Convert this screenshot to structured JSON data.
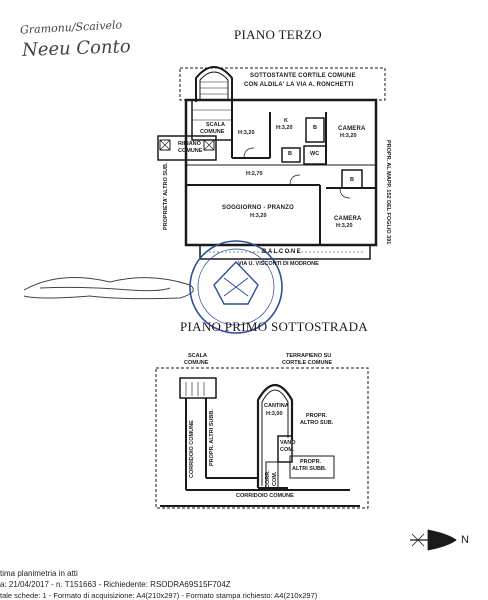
{
  "signature": {
    "line1": "Gramonu/Scaivelo",
    "line2": "Neeu Conto"
  },
  "plan_top": {
    "title": "PIANO TERZO",
    "note_line1": "SOTTOSTANTE CORTILE COMUNE",
    "note_line2": "CON ALDILA' LA VIA A. RONCHETTI",
    "rooms": {
      "scala": "SCALA",
      "comune": "COMUNE",
      "k": "K",
      "h320a": "H:3,20",
      "h320b": "H:3,20",
      "b1": "B",
      "camera1": "CAMERA",
      "h320c": "H:3,20",
      "ripiano": "RIPIANO",
      "comune2": "COMUNE",
      "b2": "B",
      "wc": "WC",
      "h270": "H:2,70",
      "b3": "B",
      "soggiorno": "SOGGIORNO - PRANZO",
      "h320d": "H:3,20",
      "camera2": "CAMERA",
      "h320e": "H:3,20",
      "balcone": "BALCONE",
      "via": "VIA U. VISCONTI DI MODRONE"
    },
    "left_side": "PROPRIETA' ALTRO SUB.",
    "right_side": "PROPR. AL MAPP. 152 DEL FOGLIO 391"
  },
  "plan_bottom": {
    "title": "PIANO PRIMO SOTTOSTRADA",
    "rooms": {
      "scala": "SCALA",
      "comune": "COMUNE",
      "terrapieno": "TERRAPIENO SU",
      "cortile": "CORTILE COMUNE",
      "cantina": "CANTINA",
      "h300": "H:3,00",
      "propr_altro1": "PROPR.",
      "propr_altro2": "ALTRO SUB.",
      "vano": "VANO",
      "com": "COM.",
      "propr_altri1": "PROPR.",
      "propr_altri2": "ALTRI SUBB.",
      "corr": "CORR.",
      "com2": "COM.",
      "corridoio_comune": "CORRIDOIO COMUNE",
      "corridoio_left": "CORRIDOIO COMUNE",
      "propr_subb": "PROPR. ALTRI SUBB."
    }
  },
  "north_label": "N",
  "footer": {
    "line1": "tima planimetria in atti",
    "line2": "a: 21/04/2017 - n. T151663 - Richiedente: RSODRA69S15F704Z",
    "line3": "tale schede: 1 - Formato di acquisizione: A4(210x297) - Formato stampa richiesto: A4(210x297)"
  },
  "colors": {
    "ink": "#1a1a1a",
    "stamp": "#2f4f9e",
    "hand": "#444444"
  }
}
